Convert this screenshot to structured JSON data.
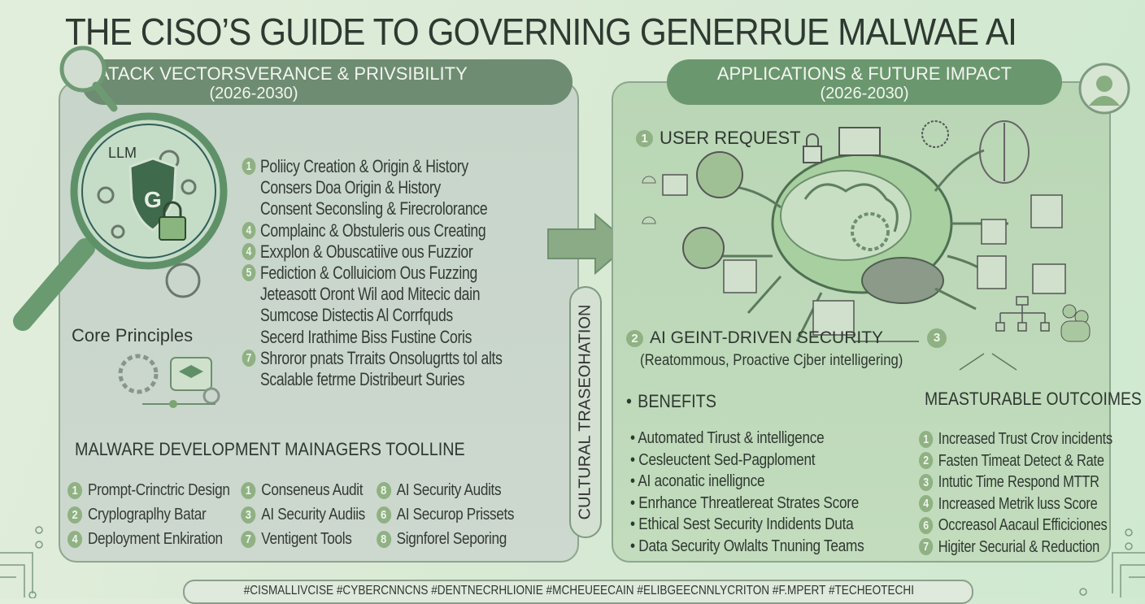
{
  "title": "THE CISO’S GUIDE TO GOVERNING GENERRUE MALWAE AI",
  "left": {
    "header": "ATACK VECTORSVERANCE & PRIVSIBILITY",
    "years": "(2026-2030)",
    "magnifier_labels": {
      "llm": "LLM",
      "shield": "G"
    },
    "items": [
      {
        "badge": "1",
        "text": "Poliicy Creation & Origin & History"
      },
      {
        "badge": "",
        "text": "Consers Doa Origin & History"
      },
      {
        "badge": "",
        "text": "Consent Seconsling & Firecrolorance"
      },
      {
        "badge": "4",
        "text": "Complainc & Obstuleris ous Creating"
      },
      {
        "badge": "4",
        "text": "Exxplon & Obuscatiive ous Fuzzior"
      },
      {
        "badge": "5",
        "text": "Fediction & Colluiciom Ous Fuzzing"
      },
      {
        "badge": "",
        "text": "Jeteasott Oront Wil aod Mitecic dain"
      },
      {
        "badge": "",
        "text": "Sumcose Distectis Al Corrfquds"
      },
      {
        "badge": "",
        "text": "Secerd Irathime Biss Fustine Coris"
      },
      {
        "badge": "7",
        "text": "Shroror pnats Trraits Onsolugrtts  tol alts"
      },
      {
        "badge": "",
        "text": "Scalable fetrme Distribeurt Suries"
      }
    ],
    "core_principles": "Core Principles",
    "toolline_heading": "MALWARE DEVELOPMENT  MAINAGERS TOOLLINE",
    "tools": [
      [
        {
          "badge": "1",
          "text": "Prompt-Crinctric Design"
        },
        {
          "badge": "2",
          "text": "Cryplograplhy Batar"
        },
        {
          "badge": "4",
          "text": "Deployment Enkiration"
        }
      ],
      [
        {
          "badge": "1",
          "text": "Conseneus Audit"
        },
        {
          "badge": "3",
          "text": "AI Security Audiis"
        },
        {
          "badge": "7",
          "text": "Ventigent Tools"
        }
      ],
      [
        {
          "badge": "8",
          "text": "AI Security Audits"
        },
        {
          "badge": "6",
          "text": "AI Securop Prissets"
        },
        {
          "badge": "8",
          "text": "Signforel Seporing"
        }
      ]
    ]
  },
  "cultural": "CULTURAL TRASEOHATION",
  "right": {
    "header": "APPLICATIONS & FUTURE IMPACT",
    "years": "(2026-2030)",
    "step1": {
      "badge": "1",
      "text": "USER REQUEST"
    },
    "step2": {
      "badge": "2",
      "text": "AI GEINT-DRIVEN SECURITY",
      "sub": "(Reatommous, Proactive Cjber intelligering)"
    },
    "step3": {
      "badge": "3"
    },
    "benefits_heading": "BENEFITS",
    "benefits": [
      "Automated Tirust & intelligence",
      "Cesleuctent Sed-Pagploment",
      "AI aconatic inellignce",
      "Enrhance Threatlereat Strates Score",
      "Ethical Sest Security Indidents Duta",
      "Data Security Owlalts Tnuning Teams"
    ],
    "outcomes_heading": "MEASTURABLE OUTCOIMES",
    "outcomes": [
      {
        "badge": "1",
        "text": "Increased Trust Crov incidents"
      },
      {
        "badge": "2",
        "text": "Fasten Timeat Detect & Rate"
      },
      {
        "badge": "3",
        "text": "Intutic Time Respond MTTR"
      },
      {
        "badge": "4",
        "text": "Increased Metrik luss Score"
      },
      {
        "badge": "6",
        "text": "Occreasol Aacaul Efficiciones"
      },
      {
        "badge": "7",
        "text": "Higiter Securial & Reduction"
      }
    ]
  },
  "footer": "#CISMALLIVCISE #CYBERCNNCNS #DENTNECRHLIONIE #MCHEUEECAIN #ELIBGEECNNLYCRITON #F.MPERT #TECHEOTECHI",
  "colors": {
    "accent": "#6e8c71",
    "badge": "#8fb183",
    "right_panel": "#bcd8b8",
    "left_panel": "#c9d6cc"
  }
}
